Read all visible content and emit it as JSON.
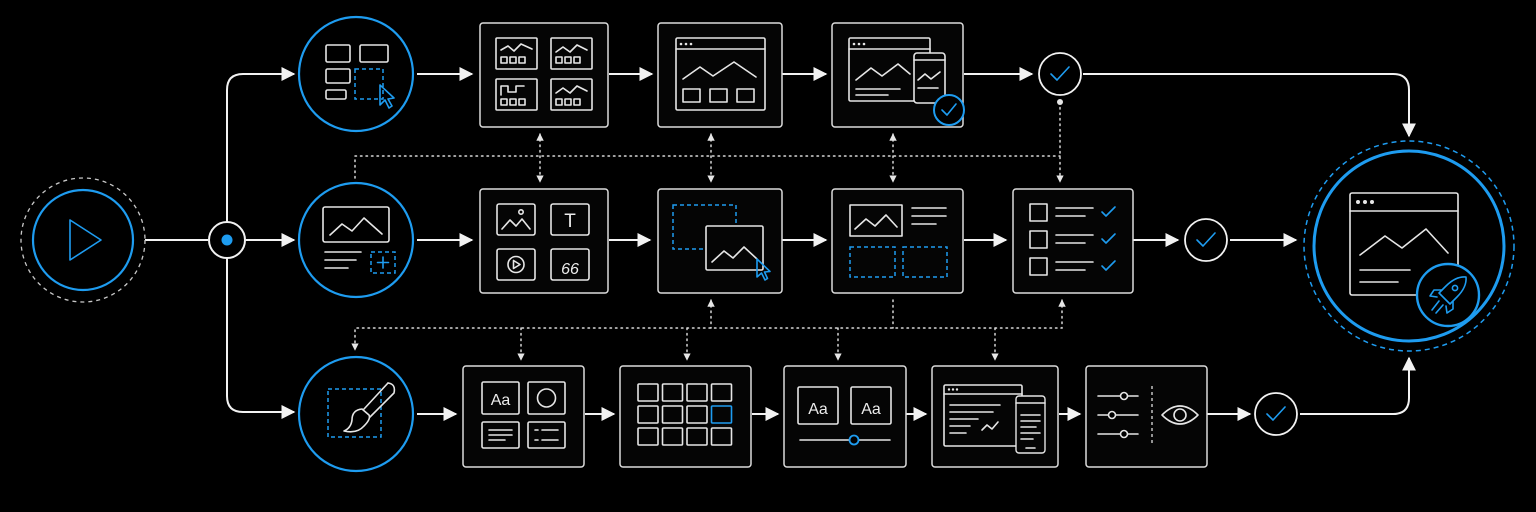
{
  "diagram": {
    "type_labels": {
      "typography_sample_1": "Aa",
      "typography_sample_2": "Aa",
      "typography_sample_3": "Aa",
      "text_tool": "T",
      "quote_mark": "66"
    },
    "icons": {
      "start": "play-icon",
      "layout_node": "layout-cursor-icon",
      "content_node": "image-add-icon",
      "style_node": "paintbrush-icon",
      "publish_node": "rocket-icon",
      "checkpoints": "checkmark-icon",
      "preview": "eye-icon"
    },
    "colors": {
      "background": "#000000",
      "accent": "#1e9cf0",
      "line": "#e6e6e6"
    }
  }
}
